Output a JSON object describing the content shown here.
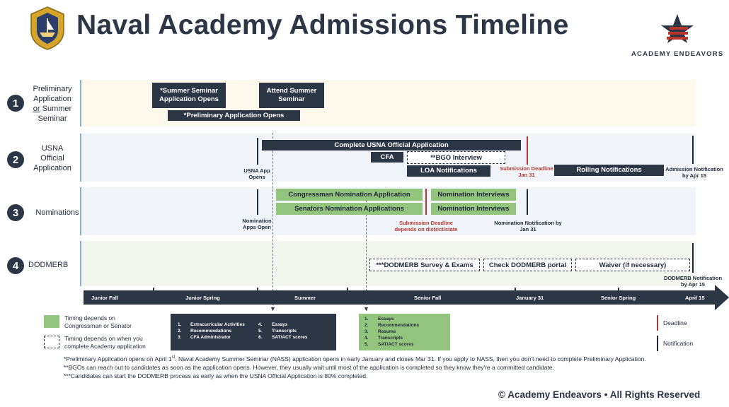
{
  "title": "Naval Academy Admissions Timeline",
  "brand": "ACADEMY ENDEAVORS",
  "rows": [
    {
      "num": "1",
      "label_parts": [
        "Preliminary",
        "Application",
        "or",
        "Summer",
        "Seminar"
      ]
    },
    {
      "num": "2",
      "label_parts": [
        "USNA",
        "Official",
        "Application"
      ]
    },
    {
      "num": "3",
      "label": "Nominations"
    },
    {
      "num": "4",
      "label": "DODMERB"
    }
  ],
  "row1": {
    "summer_seminar_app": "*Summer Seminar Application Opens",
    "attend_summer_seminar": "Attend Summer Seminar",
    "preliminary_app": "*Preliminary Application Opens"
  },
  "row2": {
    "complete_app": "Complete USNA Official Application",
    "cfa": "CFA",
    "bgo": "**BGO Interview",
    "loa": "LOA Notifications",
    "rolling": "Rolling Notifications",
    "usna_opens": "USNA App Opens",
    "submission_deadline": "Submission Deadline Jan 31",
    "admission_notification": "Admission Notification by Apr 15"
  },
  "row3": {
    "congressman": "Congressman Nomination Application",
    "senators": "Senators Nomination Applications",
    "interviews_1": "Nomination Interviews",
    "interviews_2": "Nomination Interviews",
    "apps_open": "Nomination Apps Open",
    "deadline": "Submission Deadline depends on district/state",
    "notification": "Nomination Notification by Jan 31"
  },
  "row4": {
    "survey": "***DODMERB Survey & Exams",
    "portal": "Check DODMERB portal",
    "waiver": "Waiver (if necessary)",
    "notification": "DODMERB Notification by Apr 15"
  },
  "axis": [
    "Junior Fall",
    "Junior Spring",
    "Summer",
    "Senior Fall",
    "January 31",
    "Senior Spring",
    "April 15"
  ],
  "list_dark": [
    {
      "n": "1.",
      "t": "Extracurricular Activities"
    },
    {
      "n": "2.",
      "t": "Recommendations"
    },
    {
      "n": "3.",
      "t": "CFA Administrator"
    },
    {
      "n": "4.",
      "t": "Essays"
    },
    {
      "n": "5.",
      "t": "Transcripts"
    },
    {
      "n": "6.",
      "t": "SAT/ACT scores"
    }
  ],
  "list_green": [
    {
      "n": "1.",
      "t": "Essays"
    },
    {
      "n": "2.",
      "t": "Recommendations"
    },
    {
      "n": "3.",
      "t": "Resume"
    },
    {
      "n": "4.",
      "t": "Transcripts"
    },
    {
      "n": "5.",
      "t": "SAT/ACT scores"
    }
  ],
  "legend": {
    "green": "Timing depends on Congressman or Senator",
    "dashed": "Timing depends on when you complete Academy application",
    "deadline": "Deadline",
    "notification": "Notification"
  },
  "footnotes": {
    "one_a": "*Preliminary Application opens on April 1",
    "one_sup": "st",
    "one_b": ". Naval Academy Summer Seminar (NASS) application opens in early January and closes Mar 31. If you apply to NASS, then you don't need to complete Preliminary Application.",
    "two": "**BGOs can reach out to candidates as soon as the application opens. However, they usually wait until most of the application is completed so they know they're a committed candidate.",
    "three": "***Candidates can start the DODMERB process as early as when the USNA Official Application is 80% completed."
  },
  "copyright": "© Academy Endeavors • All Rights Reserved",
  "colors": {
    "navy": "#2c3644",
    "green": "#93c47d",
    "red": "#b4362f",
    "band1": "#fdf9ec",
    "band2": "#f1f5fa"
  }
}
